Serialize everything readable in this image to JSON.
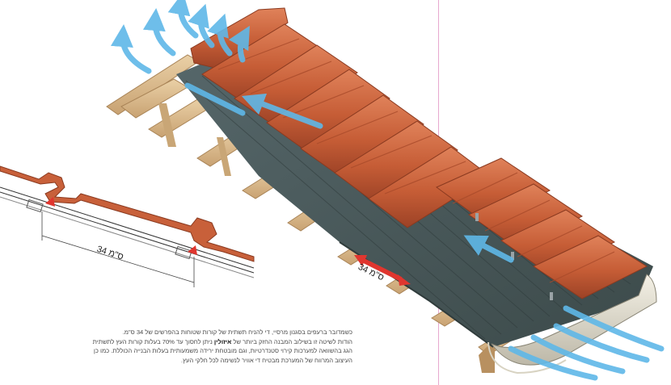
{
  "diagram": {
    "dimension_label_small": "34 ס\"מ",
    "dimension_label_large": "34 ס\"מ"
  },
  "caption": {
    "line1": "כשמדובר ברעפים בסגנון מרסיי, די להניח תשתית של קורות שטוחות בהפרשים של 34 ס\"מ.",
    "line2_start": "הודות לשיטה זו בשילוב המבנה החזק ביותר של ",
    "line2_brand": "איזולין",
    "line2_end": " ניתן לחסוך עד 70% בעלות קורות העץ לתשתית",
    "line3": "הגג בהשוואה למערכות קירוי סטנדרטיות, וגם מובטחת ירידה משמעותית בעלות הבנייה הכוללת. כמו כן",
    "line4": "העיצוב המרווח של המערכת מבטיח די אוויר לנשימה לכל חלקי העץ."
  },
  "colors": {
    "tile": "#c8603a",
    "tile_dark": "#9c4226",
    "membrane": "#4a5a58",
    "wood": "#d9b98c",
    "air": "#5fb8e8",
    "arrow_red": "#e0362f",
    "guide": "#e7a9cf"
  }
}
